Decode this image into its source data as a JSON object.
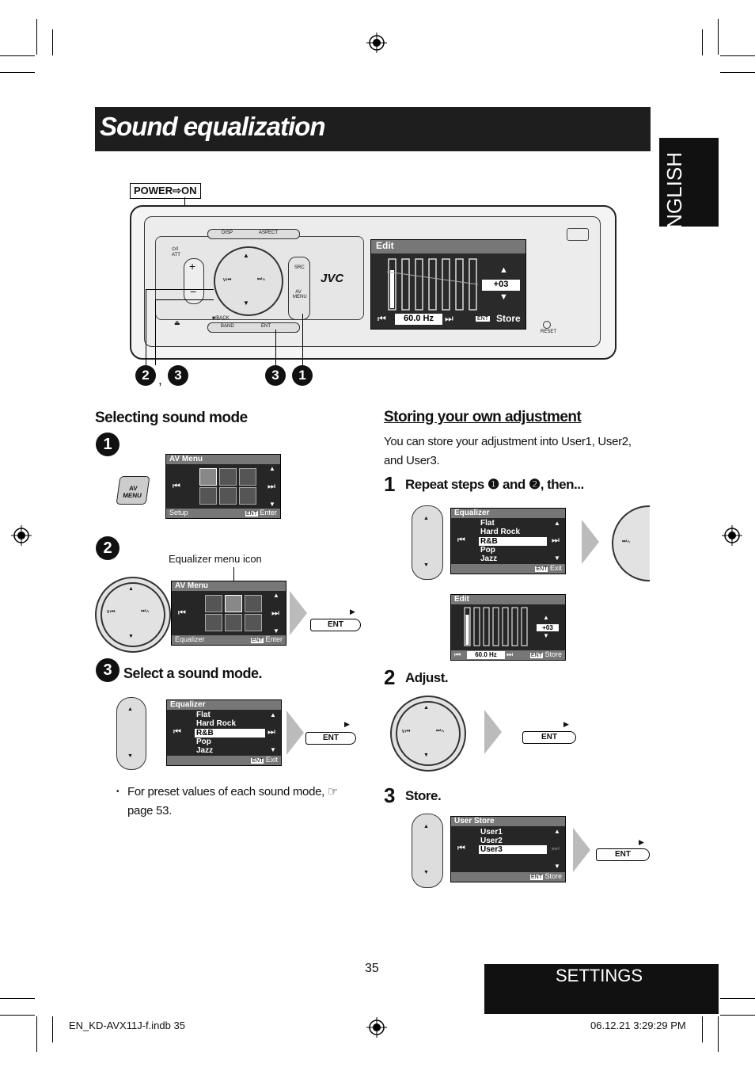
{
  "title": "Sound equalization",
  "language_tab": "ENGLISH",
  "section_tab": "SETTINGS",
  "power_label": "POWER⇨ON",
  "unit": {
    "brand": "JVC",
    "buttons": {
      "disp": "DISP",
      "aspect": "ASPECT",
      "src": "SRC",
      "av_menu": "AV MENU",
      "back": "■/BACK",
      "band": "BAND",
      "ent": "ENT",
      "att": "⏻/I ATT",
      "reset": "RESET"
    },
    "lcd": {
      "header": "Edit",
      "value": "+03",
      "freq": "60.0 Hz",
      "ent": "ENT",
      "store": "Store"
    }
  },
  "callouts": {
    "c23_a": "2",
    "c23_b": "3",
    "c3": "3",
    "c1": "1"
  },
  "left": {
    "heading": "Selecting sound mode",
    "step1_num": "1",
    "av_menu_button": "AV MENU",
    "screen1": {
      "header": "AV Menu",
      "footer_left": "Setup",
      "footer_ent": "ENT",
      "footer_right": "Enter"
    },
    "step2_num": "2",
    "eq_icon_label": "Equalizer menu icon",
    "screen2": {
      "header": "AV Menu",
      "footer_left": "Equalizer",
      "footer_ent": "ENT",
      "footer_right": "Enter"
    },
    "ent_label": "ENT",
    "step3_num": "3",
    "step3_text": "Select a sound mode.",
    "screen3": {
      "header": "Equalizer",
      "items": [
        "Flat",
        "Hard Rock",
        "R&B",
        "Pop",
        "Jazz"
      ],
      "footer_ent": "ENT",
      "footer_right": "Exit"
    },
    "note": "For preset values of each sound mode, ☞ page 53."
  },
  "right": {
    "heading": "Storing your own adjustment",
    "intro": "You can store your adjustment into User1, User2, and User3.",
    "step1_num": "1",
    "step1_text": "Repeat steps ❶ and ❷, then...",
    "screen_eq": {
      "header": "Equalizer",
      "items": [
        "Flat",
        "Hard Rock",
        "R&B",
        "Pop",
        "Jazz"
      ],
      "footer_ent": "ENT",
      "footer_right": "Exit"
    },
    "screen_edit": {
      "header": "Edit",
      "value": "+03",
      "freq": "60.0 Hz",
      "footer_ent": "ENT",
      "footer_right": "Store"
    },
    "step2_num": "2",
    "step2_text": "Adjust.",
    "step3_num": "3",
    "step3_text": "Store.",
    "screen_store": {
      "header": "User Store",
      "items": [
        "User1",
        "User2",
        "User3"
      ],
      "footer_ent": "ENT",
      "footer_right": "Store"
    },
    "ent_label": "ENT"
  },
  "page_number": "35",
  "footer_left": "EN_KD-AVX11J-f.indb   35",
  "footer_right": "06.12.21   3:29:29 PM"
}
